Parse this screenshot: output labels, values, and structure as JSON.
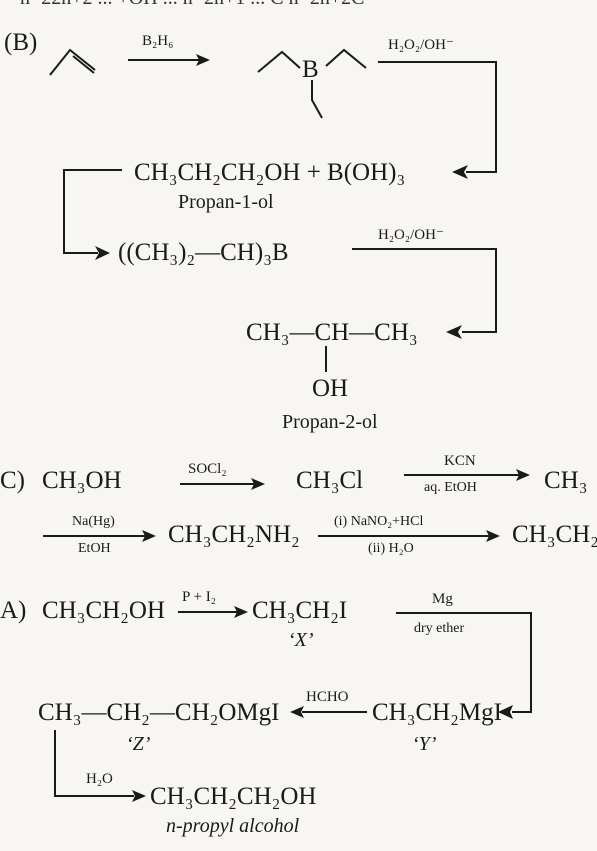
{
  "top_cut": "n−22n+2 ... +OH ... n−2n+1 ... C n−2n+2C",
  "sectionB": {
    "label": "(B)",
    "reagent1": "B₂H₆",
    "reagent2": "H₂O₂/OH⁻",
    "product1": "CH₃CH₂CH₂OH + B(OH)₃",
    "product1_name": "Propan-1-ol",
    "intermediate2": "((CH₃)₂—CH)₃B",
    "reagent3": "H₂O₂/OH⁻",
    "product2": "CH₃—CH—CH₃",
    "product2_sub": "OH",
    "product2_name": "Propan-2-ol"
  },
  "sectionC": {
    "label": "C)",
    "start": "CH₃OH",
    "reagent1": "SOCl₂",
    "mid1": "CH₃Cl",
    "reagent2_top": "KCN",
    "reagent2_bottom": "aq. EtOH",
    "mid2": "CH₃",
    "reagent3_top": "Na(Hg)",
    "reagent3_bottom": "EtOH",
    "mid3": "CH₃CH₂NH₂",
    "reagent4_top": "(i) NaNO₂+HCl",
    "reagent4_bottom": "(ii) H₂O",
    "end": "CH₃CH₂"
  },
  "sectionA": {
    "label": "A)",
    "start": "CH₃CH₂OH",
    "reagent1": "P + I₂",
    "x_compound": "CH₃CH₂I",
    "x_label": "‘X’",
    "reagent2_top": "Mg",
    "reagent2_bottom": "dry ether",
    "y_compound": "CH₃CH₂MgI",
    "y_label": "‘Y’",
    "reagent3": "HCHO",
    "z_compound": "CH₃—CH₂—CH₂OMgI",
    "z_label": "‘Z’",
    "reagent4": "H₂O",
    "final": "CH₃CH₂CH₂OH",
    "final_name": "n-propyl alcohol"
  }
}
